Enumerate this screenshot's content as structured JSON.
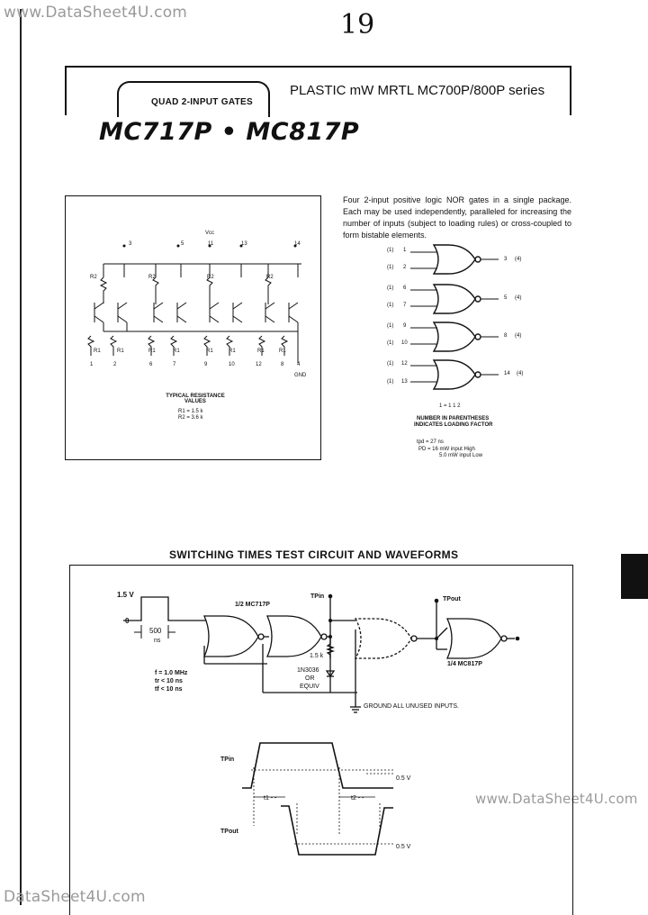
{
  "watermark_top": "www.DataSheet4U.com",
  "watermark_right": "www.DataSheet4U.com",
  "watermark_bottom": "DataSheet4U.com",
  "page_number": "19",
  "header": {
    "tab_label": "QUAD 2-INPUT GATES",
    "series": "PLASTIC mW MRTL MC700P/800P series"
  },
  "title": "MC717P • MC817P",
  "schematic": {
    "vcc": "Vcc",
    "gnd": "GND",
    "top_pins": [
      "3",
      "5",
      "11",
      "13",
      "14"
    ],
    "bottom_pins": [
      "1",
      "2",
      "6",
      "7",
      "9",
      "10",
      "12",
      "8",
      "4"
    ],
    "r_labels": [
      "R2",
      "R2",
      "R2",
      "R2",
      "R1",
      "R1",
      "R1",
      "R1",
      "R1",
      "R1",
      "R1",
      "R1"
    ],
    "resistance_title": "TYPICAL RESISTANCE VALUES",
    "r1_value": "R1 = 1.5 k",
    "r2_value": "R2 = 3.6 k"
  },
  "description": "Four 2-input positive logic NOR gates in a single package. Each may be used independently, paralleled for increasing the number of inputs (subject to loading rules) or cross-coupled to form bistable elements.",
  "logic": {
    "inputs": [
      {
        "load": "(1)",
        "pin": "1"
      },
      {
        "load": "(1)",
        "pin": "2"
      },
      {
        "load": "(1)",
        "pin": "6"
      },
      {
        "load": "(1)",
        "pin": "7"
      },
      {
        "load": "(1)",
        "pin": "9"
      },
      {
        "load": "(1)",
        "pin": "10"
      },
      {
        "load": "(1)",
        "pin": "12"
      },
      {
        "load": "(1)",
        "pin": "13"
      }
    ],
    "outputs": [
      {
        "pin": "3",
        "load": "(4)"
      },
      {
        "pin": "5",
        "load": "(4)"
      },
      {
        "pin": "8",
        "load": "(4)"
      },
      {
        "pin": "14",
        "load": "(4)"
      }
    ],
    "bottom_label": "1 = 1 1 2",
    "note_line1": "NUMBER IN PARENTHESES",
    "note_line2": "INDICATES LOADING FACTOR",
    "tpd": "tpd = 27 ns",
    "pd_high": "PD = 16 mW input High",
    "pd_low": "5.0 mW input Low"
  },
  "section_title": "SWITCHING TIMES TEST CIRCUIT AND WAVEFORMS",
  "test_circuit": {
    "v15": "1.5 V",
    "zero": "0",
    "pulse_width": "500",
    "ns": "ns",
    "gate_label": "1/2 MC717P",
    "tp_in": "TPin",
    "tp_out": "TPout",
    "r_label": "1.5 k",
    "diode_line1": "1N3036",
    "diode_line2": "OR",
    "diode_line3": "EQUIV",
    "freq": "f = 1.0 MHz",
    "tr": "tr < 10 ns",
    "tf": "tf < 10 ns",
    "ground_note": "GROUND ALL UNUSED INPUTS.",
    "load_label": "1/4 MC817P"
  },
  "waveforms": {
    "tp_in": "TPin",
    "tp_out": "TPout",
    "v05a": "0.5 V",
    "v05b": "0.5 V",
    "t1": "t1 - -",
    "t2": "t2 - -"
  }
}
